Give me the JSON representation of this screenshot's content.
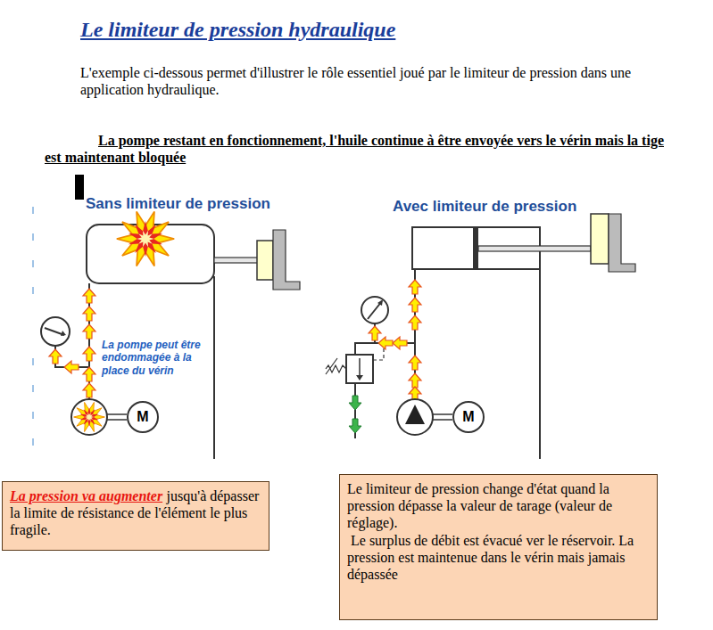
{
  "diagram": {
    "title": "Le limiteur de pression hydraulique",
    "nodes": [
      {
        "text": [
          "La pression va augmenter",
          "jusqu'à dépasser la limite de résistance de l'élément le plus fragile."
        ]
      },
      {
        "text": [
          "Le limiteur de pression change d'état quand la pression dépasse la valeur de tarage (valeur de réglage).",
          "Le surplus de débit est évacué ver le réservoir. La pression est maintenue dans le vérin mais jamais dépassée"
        ]
      },
      {
        "text": [
          "M"
        ]
      },
      {
        "text": [
          "M"
        ]
      }
    ],
    "labels": [
      "L'exemple ci-dessous permet d'illustrer le rôle essentiel joué par le limiteur de pression dans une application hydraulique.",
      "La pompe restant en fonctionnement, l'huile continue à être envoyée vers le vérin mais la tige est maintenant bloquée",
      "Sans limiteur de pression",
      "Avec limiteur de pression",
      "La pompe peut être endommagée à la place du vérin"
    ]
  }
}
